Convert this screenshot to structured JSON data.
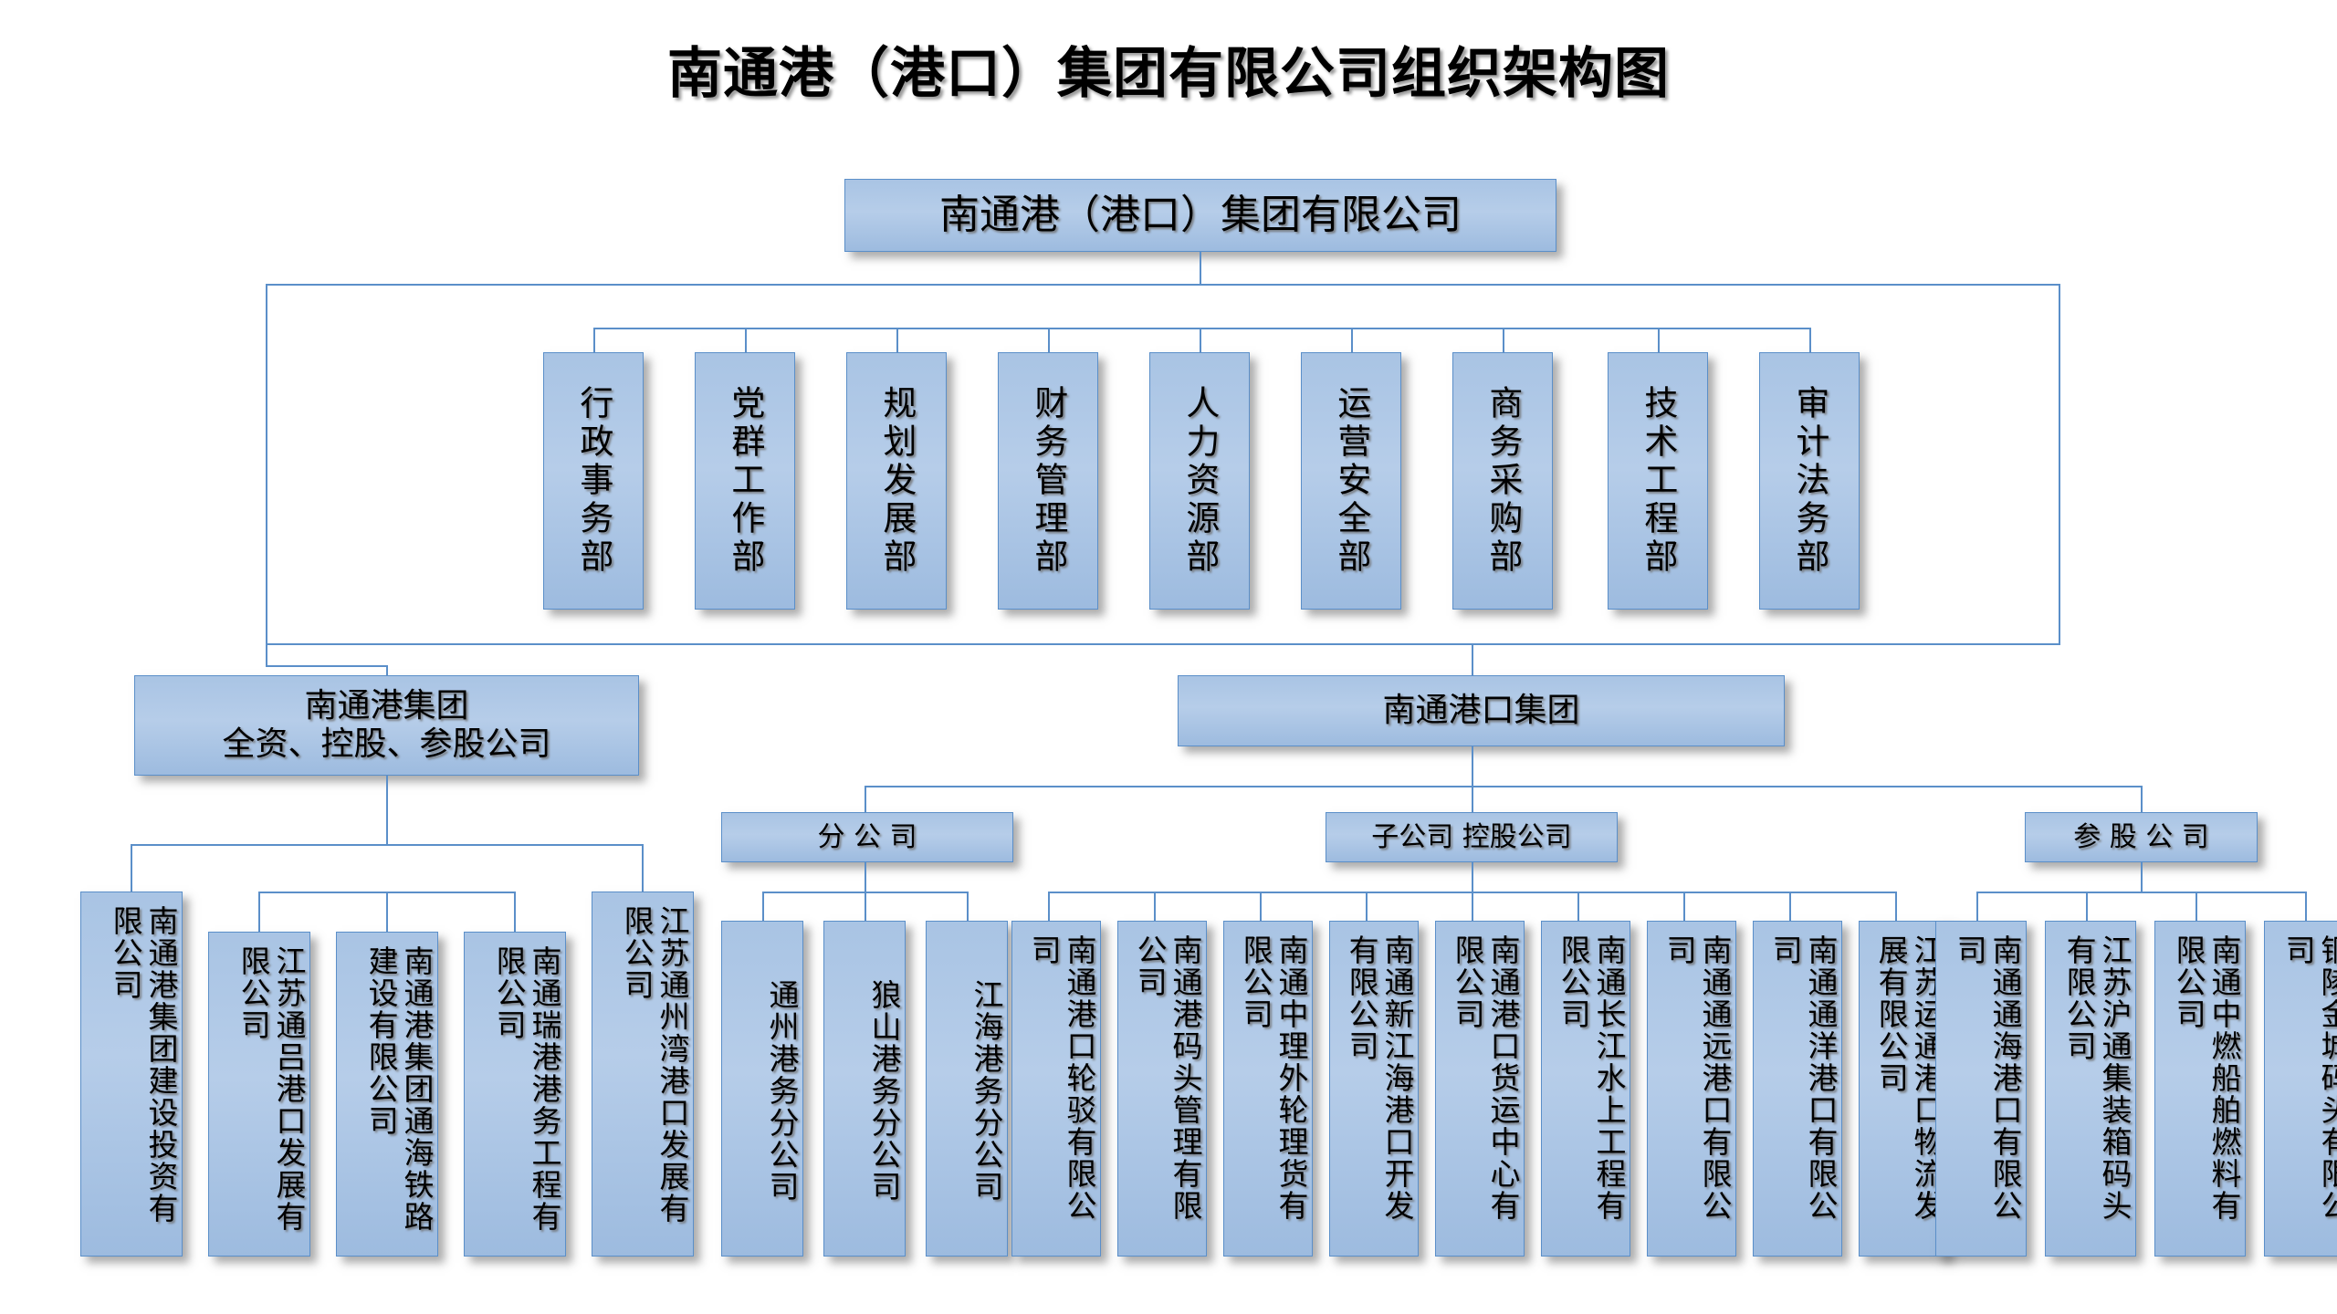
{
  "title": "南通港（港口）集团有限公司组织架构图",
  "colors": {
    "box_fill_top": "#a9c4e4",
    "box_fill_bottom": "#9dbbdf",
    "box_border": "#5b8fc9",
    "connector": "#5b8fc9",
    "text": "#000000",
    "background": "#ffffff"
  },
  "root": {
    "label": "南通港（港口）集团有限公司"
  },
  "departments": [
    {
      "label": "行政事务部"
    },
    {
      "label": "党群工作部"
    },
    {
      "label": "规划发展部"
    },
    {
      "label": "财务管理部"
    },
    {
      "label": "人力资源部"
    },
    {
      "label": "运营安全部"
    },
    {
      "label": "商务采购部"
    },
    {
      "label": "技术工程部"
    },
    {
      "label": "审计法务部"
    }
  ],
  "groups": {
    "left": {
      "line1": "南通港集团",
      "line2": "全资、控股、参股公司",
      "children": [
        {
          "label": "南通港集团建设投资有限公司"
        },
        {
          "label": "江苏通吕港口发展有限公司"
        },
        {
          "label": "南通港集团通海铁路建设有限公司"
        },
        {
          "label": "南通瑞港港务工程有限公司"
        },
        {
          "label": "江苏通州湾港口发展有限公司"
        }
      ]
    },
    "right": {
      "label": "南通港口集团",
      "categories": [
        {
          "label": "分 公 司",
          "children": [
            {
              "label": "通州港务分公司"
            },
            {
              "label": "狼山港务分公司"
            },
            {
              "label": "江海港务分公司"
            }
          ]
        },
        {
          "label": "子公司   控股公司",
          "children": [
            {
              "label": "南通港口轮驳有限公司"
            },
            {
              "label": "南通港码头管理有限公司"
            },
            {
              "label": "南通中理外轮理货有限公司"
            },
            {
              "label": "南通新江海港口开发有限公司"
            },
            {
              "label": "南通港口货运中心有限公司"
            },
            {
              "label": "南通长江水上工程有限公司"
            },
            {
              "label": "南通通远港口有限公司"
            },
            {
              "label": "南通通洋港口有限公司"
            },
            {
              "label": "江苏运通港口物流发展有限公司"
            }
          ]
        },
        {
          "label": "参 股 公 司",
          "children": [
            {
              "label": "南通通海港口有限公司"
            },
            {
              "label": "江苏沪通集装箱码头有限公司"
            },
            {
              "label": "南通中燃船舶燃料有限公司"
            },
            {
              "label": "铜陵金城码头有限公司"
            }
          ]
        }
      ]
    }
  }
}
